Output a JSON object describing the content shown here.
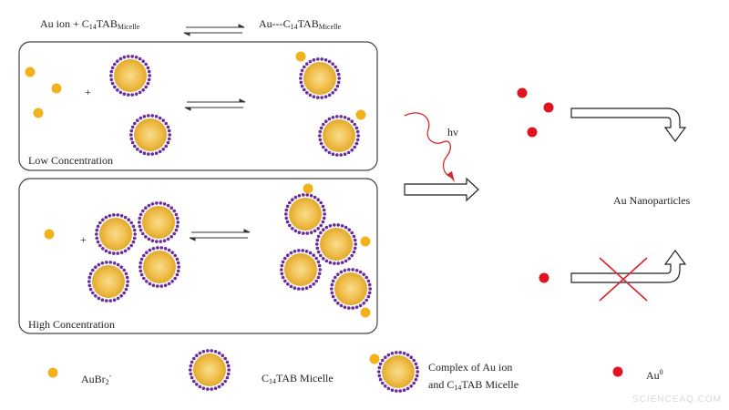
{
  "equation": {
    "left_a": "Au ion + C",
    "left_sub1": "14",
    "left_b": "TAB",
    "left_sub2": "Micelle",
    "right_a": "Au---C",
    "right_sub1": "14",
    "right_b": "TAB",
    "right_sub2": "Micelle"
  },
  "panels": {
    "low_label": "Low Concentration",
    "high_label": "High Concentration",
    "plus": "+"
  },
  "light": {
    "label": "hv"
  },
  "result": {
    "label": "Au Nanoparticles"
  },
  "legend": {
    "ion_a": "AuBr",
    "ion_sub": "2",
    "ion_sup": "-",
    "micelle_a": "C",
    "micelle_sub": "14",
    "micelle_b": "TAB Micelle",
    "complex_line1": "Complex of Au ion",
    "complex_line2_a": "and C",
    "complex_line2_sub": "14",
    "complex_line2_b": "TAB Micelle",
    "au0_a": "Au",
    "au0_sup": "0"
  },
  "watermark": "SCIENCEAQ.COM",
  "colors": {
    "ion": "#f2b21c",
    "micelle_core": "#eeb940",
    "micelle_dots": "#6b2c9c",
    "au0": "#e0141e",
    "cross": "#d9232b"
  }
}
